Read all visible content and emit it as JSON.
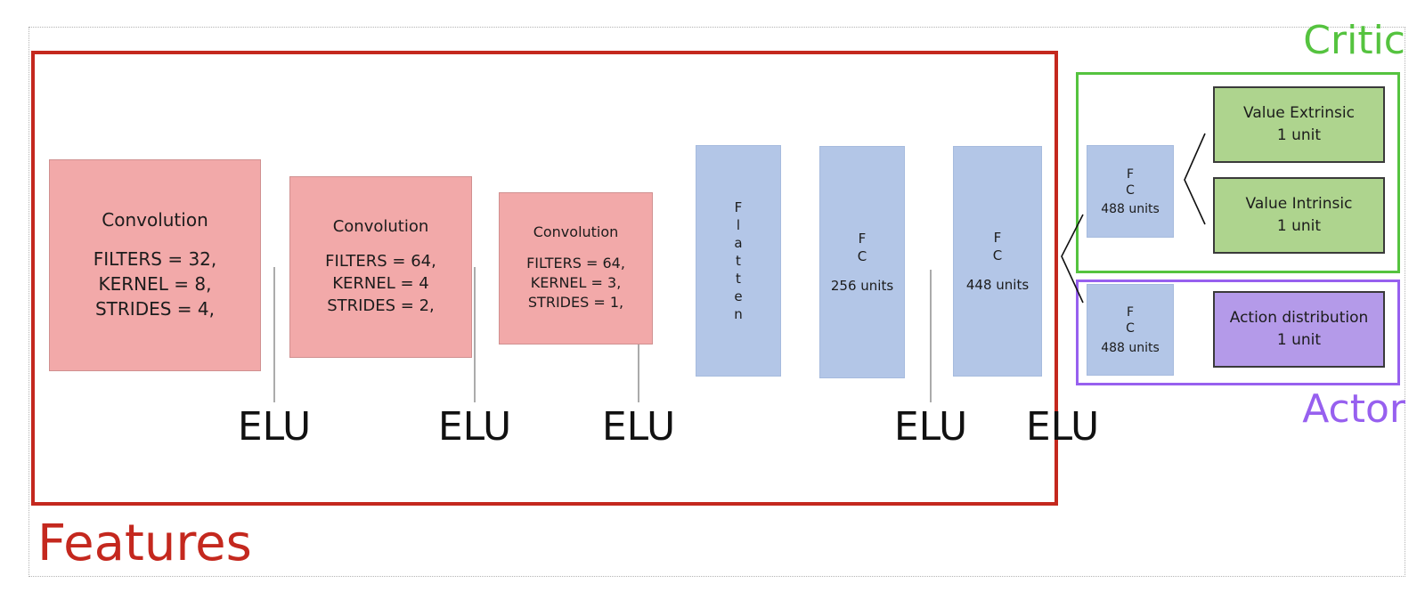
{
  "diagram": {
    "section_labels": {
      "features": "Features",
      "critic": "Critic",
      "actor": "Actor"
    },
    "activations": [
      "ELU",
      "ELU",
      "ELU",
      "ELU",
      "ELU"
    ],
    "conv_layers": [
      {
        "title": "Convolution",
        "params": [
          "FILTERS = 32,",
          "KERNEL = 8,",
          "STRIDES = 4,"
        ]
      },
      {
        "title": "Convolution",
        "params": [
          "FILTERS = 64,",
          "KERNEL = 4",
          "STRIDES = 2,"
        ]
      },
      {
        "title": "Convolution",
        "params": [
          "FILTERS = 64,",
          "KERNEL = 3,",
          "STRIDES = 1,"
        ]
      }
    ],
    "flatten": {
      "letters": [
        "F",
        "l",
        "a",
        "t",
        "t",
        "e",
        "n"
      ]
    },
    "fc_layers": [
      {
        "label_top": "F",
        "label_bottom": "C",
        "units": "256 units"
      },
      {
        "label_top": "F",
        "label_bottom": "C",
        "units": "448 units"
      },
      {
        "label_top": "F",
        "label_bottom": "C",
        "units": "488 units"
      },
      {
        "label_top": "F",
        "label_bottom": "C",
        "units": "488 units"
      }
    ],
    "outputs": [
      {
        "title": "Value Extrinsic",
        "units": "1 unit"
      },
      {
        "title": "Value Intrinsic",
        "units": "1 unit"
      },
      {
        "title": "Action distribution",
        "units": "1 unit"
      }
    ]
  },
  "colors": {
    "features-outline": "#c4281e",
    "critic-outline": "#55c33f",
    "actor-outline": "#9760ef",
    "conv-fill": "#f2a9a9",
    "conv-border": "#d09090",
    "fc-fill": "#b3c6e7",
    "fc-border": "#a6bbde",
    "value-fill": "#aed48e",
    "action-fill": "#b49ae9",
    "output-border": "#3a3a3a",
    "connector": "#ababab",
    "branch": "#111111",
    "text": "#1c1c1c",
    "outer-border": "#b4b4b4"
  }
}
